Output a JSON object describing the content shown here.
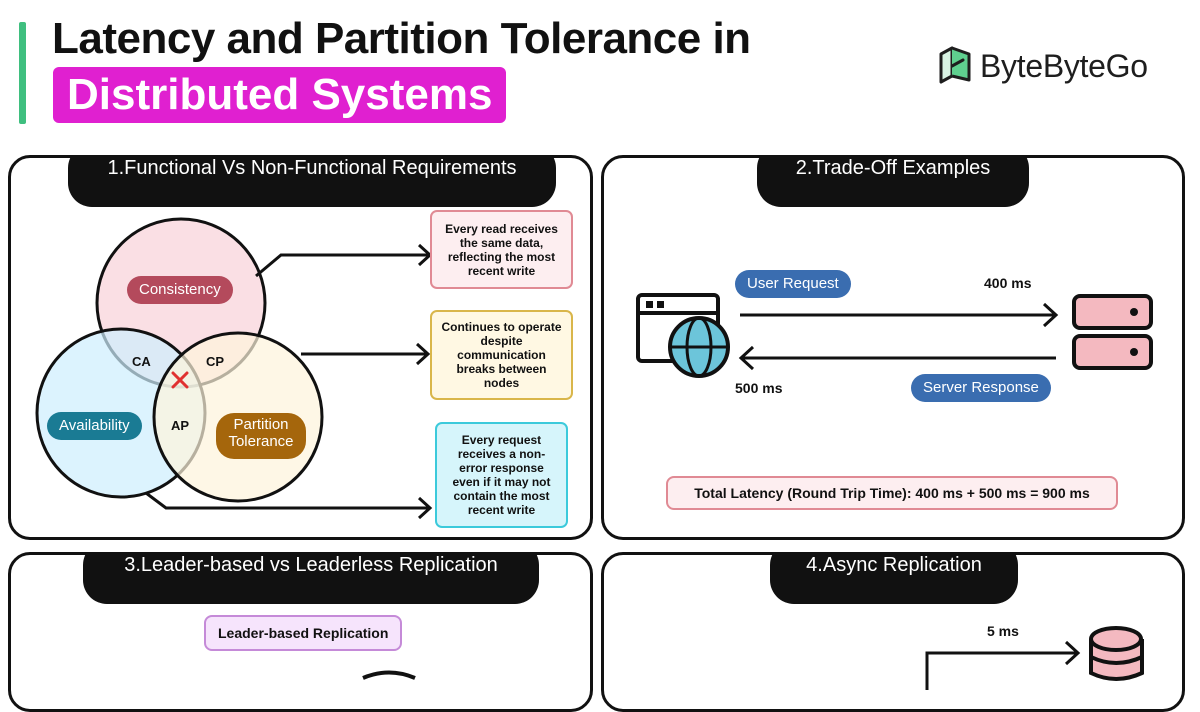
{
  "header": {
    "title_line1": "Latency and Partition Tolerance in",
    "title_highlight": "Distributed Systems",
    "accent_color": "#3fbf7f",
    "highlight_color": "#e020d0"
  },
  "logo": {
    "text": "ByteByteGo",
    "icon": "bytebytego-logo-icon"
  },
  "panel1": {
    "title": "1.Functional Vs Non-Functional Requirements",
    "circles": {
      "consistency": "Consistency",
      "availability": "Availability",
      "partition_tolerance": "Partition Tolerance"
    },
    "regions": {
      "ca": "CA",
      "cp": "CP",
      "ap": "AP"
    },
    "x_icon": "x-mark-icon",
    "notes": [
      "Every read receives the same data, reflecting the most recent write",
      "Continues to operate despite communication breaks between nodes",
      "Every request receives a non-error response even if it may not contain the most recent write"
    ],
    "colors": {
      "consistency": "#f9d9df",
      "availability": "#cdeefe",
      "partition": "#fdf3dc"
    }
  },
  "panel2": {
    "title": "2.Trade-Off Examples",
    "user_request": "User Request",
    "server_response": "Server Response",
    "request_time": "400 ms",
    "response_time": "500 ms",
    "total_latency": "Total Latency (Round Trip Time): 400 ms + 500 ms = 900 ms",
    "icons": {
      "client": "browser-globe-icon",
      "server": "server-icon"
    }
  },
  "panel3": {
    "title": "3.Leader-based vs Leaderless Replication",
    "leader_label": "Leader-based Replication"
  },
  "panel4": {
    "title": "4.Async Replication",
    "delay": "5 ms",
    "icon": "database-icon"
  }
}
